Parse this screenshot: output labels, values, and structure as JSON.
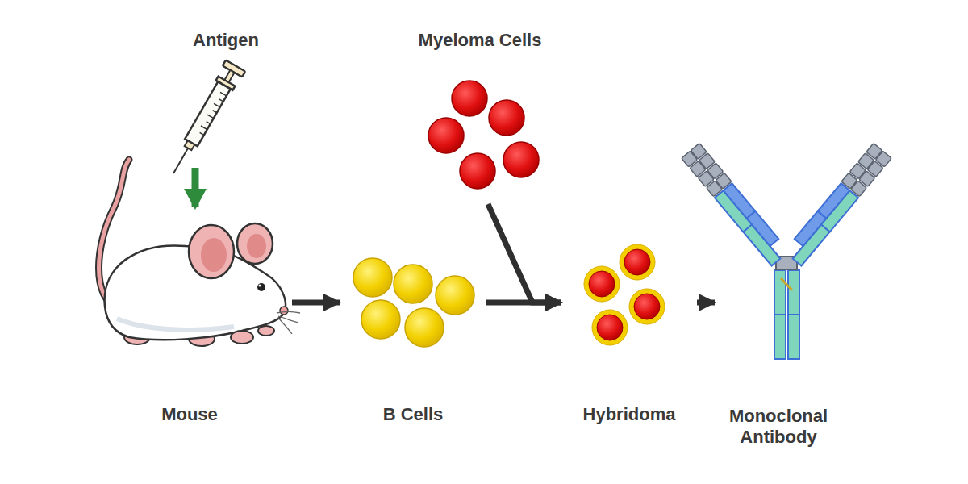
{
  "diagram": {
    "nodes": [
      {
        "text": [
          "Antigen"
        ]
      },
      {
        "text": [
          "Myeloma Cells"
        ]
      },
      {
        "text": [
          "Mouse"
        ]
      },
      {
        "text": [
          "B Cells"
        ]
      },
      {
        "text": [
          "Hybridoma"
        ]
      },
      {
        "text": [
          "Monoclonal Antibody"
        ]
      }
    ],
    "edges": [
      {
        "from": 0,
        "to": 2,
        "arrow": "to"
      },
      {
        "from": 2,
        "to": 3,
        "arrow": "to"
      },
      {
        "from": 3,
        "to": 4,
        "arrow": "to"
      },
      {
        "from": 1,
        "to": 4,
        "arrow": "to"
      },
      {
        "from": 4,
        "to": 5,
        "arrow": "to"
      }
    ]
  }
}
